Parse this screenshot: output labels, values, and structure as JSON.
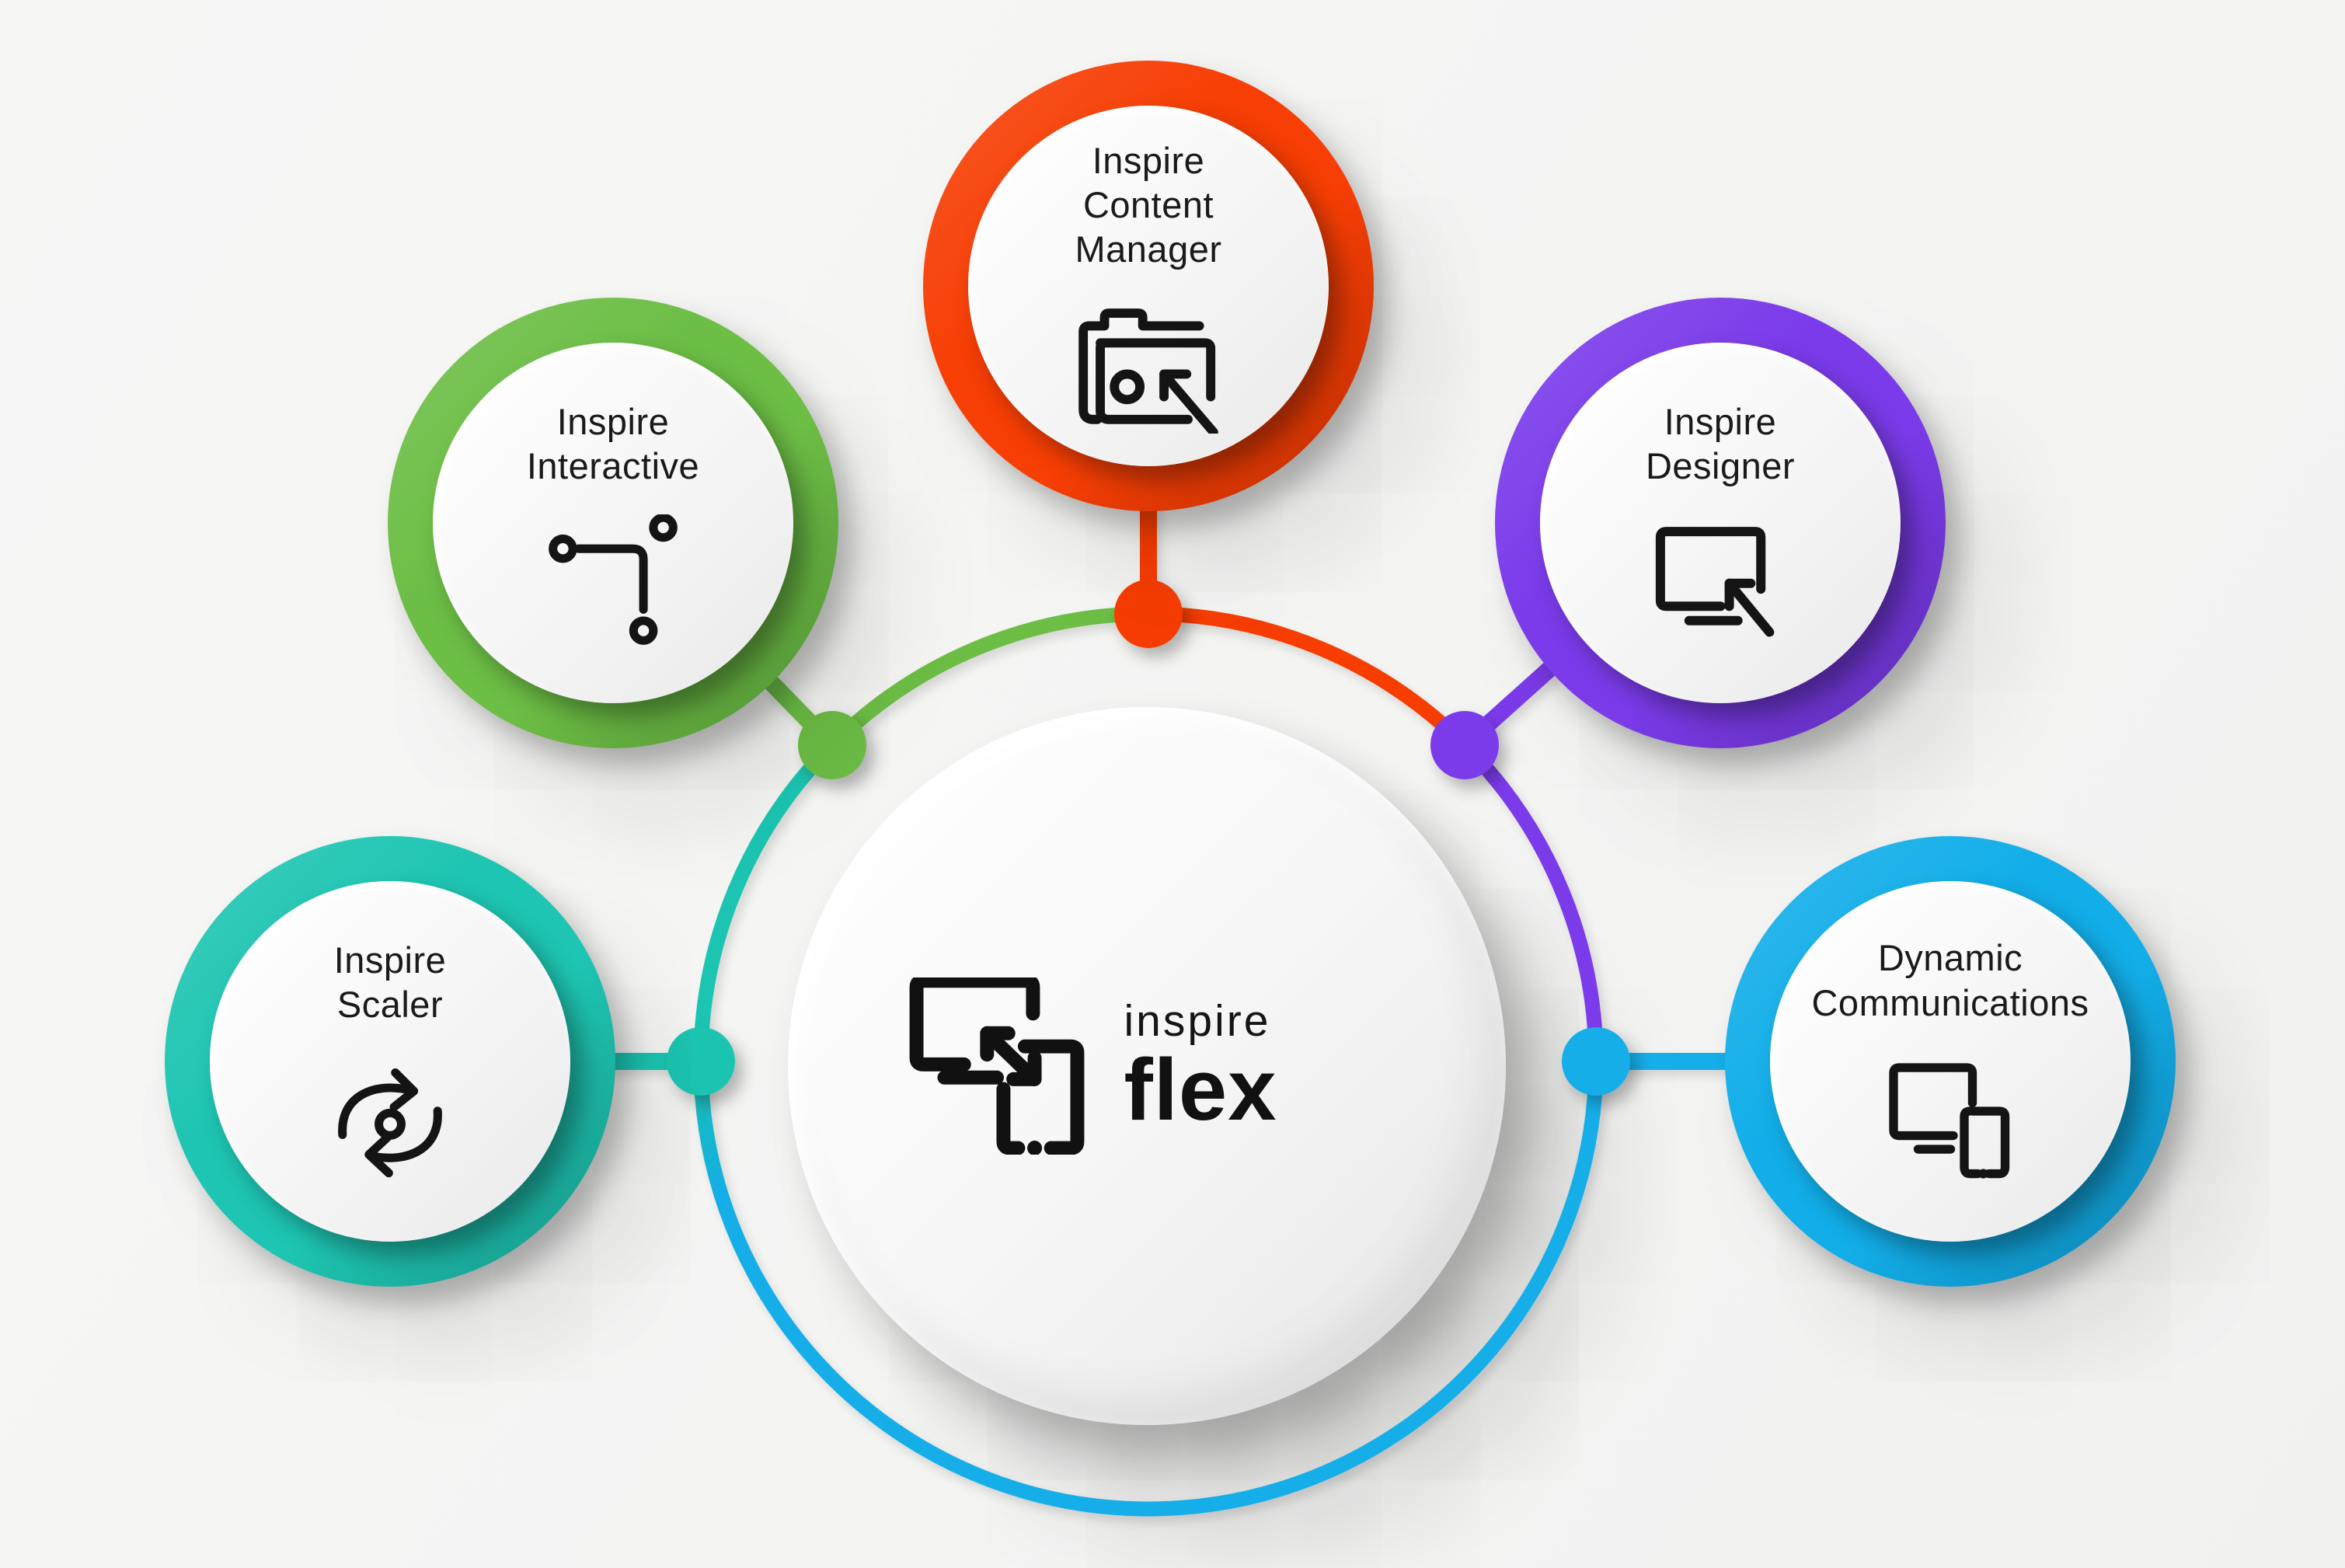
{
  "colors": {
    "background": "#F5F5F4",
    "ink": "#141414"
  },
  "center": {
    "brand_top": "inspire",
    "brand_bottom": "flex",
    "icon": "screens-transfer-icon"
  },
  "nodes": [
    {
      "id": "inspire-interactive",
      "label": "Inspire\nInteractive",
      "icon": "network-nodes-icon",
      "color": "#6CBE45"
    },
    {
      "id": "inspire-content-manager",
      "label": "Inspire\nContent\nManager",
      "icon": "folder-export-icon",
      "color": "#F73E04"
    },
    {
      "id": "inspire-designer",
      "label": "Inspire\nDesigner",
      "icon": "screen-pointer-icon",
      "color": "#7B3BEA"
    },
    {
      "id": "inspire-scaler",
      "label": "Inspire\nScaler",
      "icon": "sync-arrows-icon",
      "color": "#1EC5B2"
    },
    {
      "id": "dynamic-communications",
      "label": "Dynamic\nCommunications",
      "icon": "devices-icon",
      "color": "#12AEE9"
    }
  ]
}
